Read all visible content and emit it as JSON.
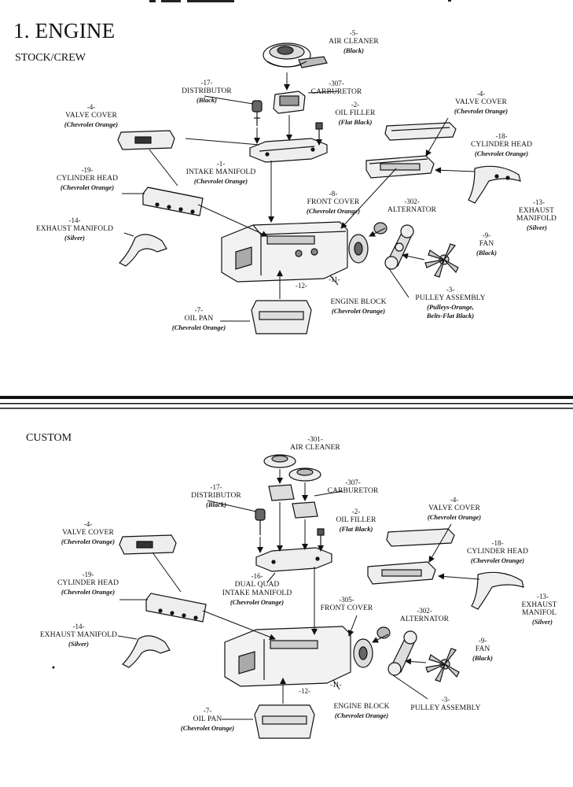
{
  "header": {
    "title": "1. ENGINE"
  },
  "stock": {
    "heading": "STOCK/CREW",
    "air_cleaner": {
      "num": "-5-",
      "name": "AIR CLEANER",
      "color": "(Black)"
    },
    "distributor": {
      "num": "-17-",
      "name": "DISTRIBUTOR",
      "color": "(Black)"
    },
    "carburetor": {
      "num": "-307-",
      "name": "CARBURETOR"
    },
    "oil_filler": {
      "num": "-2-",
      "name": "OIL FILLER",
      "color": "(Flat Black)"
    },
    "valve_cover_left": {
      "num": "-4-",
      "name": "VALVE COVER",
      "color": "(Chevrolet Orange)"
    },
    "valve_cover_right": {
      "num": "-4-",
      "name": "VALVE COVER",
      "color": "(Chevrolet Orange)"
    },
    "intake_manifold": {
      "num": "-1-",
      "name": "INTAKE MANIFOLD",
      "color": "(Chevrolet Orange)"
    },
    "cylinder_head_left": {
      "num": "-19-",
      "name": "CYLINDER HEAD",
      "color": "(Chevrolet Orange)"
    },
    "cylinder_head_right": {
      "num": "-18-",
      "name": "CYLINDER HEAD",
      "color": "(Chevrolet Orange)"
    },
    "front_cover": {
      "num": "-8-",
      "name": "FRONT COVER",
      "color": "(Chevrolet Orange)"
    },
    "alternator": {
      "num": "-302-",
      "name": "ALTERNATOR"
    },
    "exhaust_manifold_right": {
      "num": "-13-",
      "name": "EXHAUST MANIFOLD",
      "color": "(Silver)"
    },
    "exhaust_manifold_left": {
      "num": "-14-",
      "name": "EXHAUST MANIFOLD",
      "color": "(Silver)"
    },
    "fan": {
      "num": "-9-",
      "name": "FAN",
      "color": "(Black)"
    },
    "block_num_12": "-12-",
    "block_num_11": "-11-",
    "engine_block": {
      "name": "ENGINE BLOCK",
      "color": "(Chevrolet Orange)"
    },
    "pulley_assembly": {
      "num": "-3-",
      "name": "PULLEY ASSEMBLY",
      "color1": "(Pulleys-Orange,",
      "color2": "Belts-Flat Black)"
    },
    "oil_pan": {
      "num": "-7-",
      "name": "OIL PAN",
      "color": "(Chevrolet Orange)"
    }
  },
  "custom": {
    "heading": "CUSTOM",
    "air_cleaner": {
      "num": "-301-",
      "name": "AIR CLEANER"
    },
    "distributor": {
      "num": "-17-",
      "name": "DISTRIBUTOR",
      "color": "(Black)"
    },
    "carburetor": {
      "num": "-307-",
      "name": "CARBURETOR"
    },
    "oil_filler": {
      "num": "-2-",
      "name": "OIL FILLER",
      "color": "(Flat Black)"
    },
    "valve_cover_left": {
      "num": "-4-",
      "name": "VALVE COVER",
      "color": "(Chevrolet Orange)"
    },
    "valve_cover_right": {
      "num": "-4-",
      "name": "VALVE COVER",
      "color": "(Chevrolet Orange)"
    },
    "cylinder_head_left": {
      "num": "-19-",
      "name": "CYLINDER HEAD",
      "color": "(Chevrolet Orange)"
    },
    "cylinder_head_right": {
      "num": "-18-",
      "name": "CYLINDER HEAD",
      "color": "(Chevrolet Orange)"
    },
    "dual_quad": {
      "num": "-16-",
      "name1": "DUAL QUAD",
      "name2": "INTAKE MANIFOLD",
      "color": "(Chevrolet Orange)"
    },
    "front_cover": {
      "num": "-305-",
      "name": "FRONT COVER"
    },
    "alternator": {
      "num": "-302-",
      "name": "ALTERNATOR"
    },
    "exhaust_manifold_right": {
      "num": "-13-",
      "name": "EXHAUST MANIFOL",
      "color": "(Silver)"
    },
    "exhaust_manifold_left": {
      "num": "-14-",
      "name": "EXHAUST MANIFOLD",
      "color": "(Silver)"
    },
    "fan": {
      "num": "-9-",
      "name": "FAN",
      "color": "(Black)"
    },
    "block_num_12": "-12-",
    "block_num_11": "-11-",
    "engine_block": {
      "name": "ENGINE BLOCK",
      "color": "(Chevrolet Orange)"
    },
    "pulley_assembly": {
      "num": "-3-",
      "name": "PULLEY ASSEMBLY"
    },
    "oil_pan": {
      "num": "-7-",
      "name": "OIL PAN",
      "color": "(Chevrolet Orange)"
    }
  }
}
